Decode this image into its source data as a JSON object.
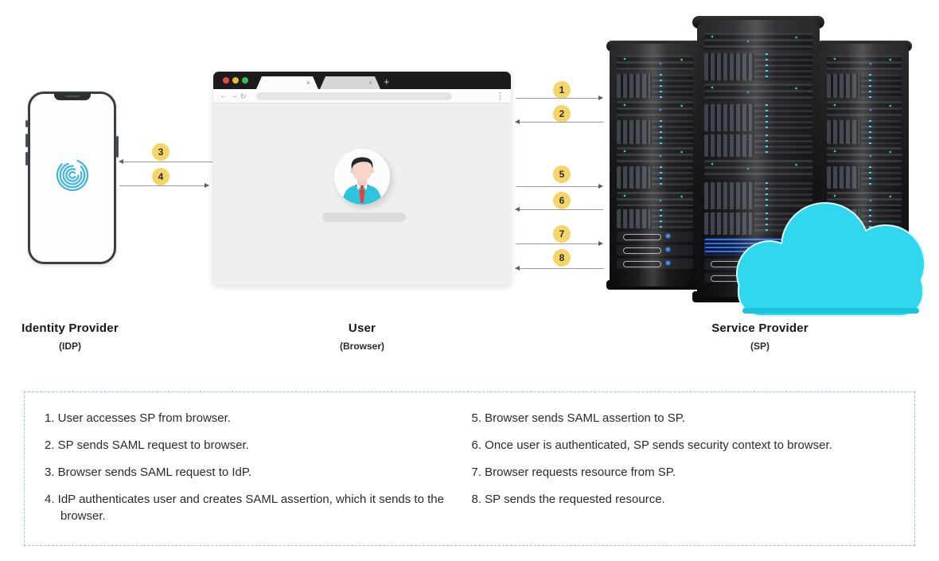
{
  "nodes": {
    "idp": {
      "title": "Identity Provider",
      "subtitle": "(IDP)"
    },
    "user": {
      "title": "User",
      "subtitle": "(Browser)"
    },
    "sp": {
      "title": "Service Provider",
      "subtitle": "(SP)"
    }
  },
  "flow": {
    "steps": [
      {
        "num": "1",
        "from": "user",
        "to": "sp",
        "text": "User accesses SP from browser."
      },
      {
        "num": "2",
        "from": "sp",
        "to": "user",
        "text": "SP sends SAML request to browser."
      },
      {
        "num": "3",
        "from": "user",
        "to": "idp",
        "text": "Browser sends SAML request to IdP."
      },
      {
        "num": "4",
        "from": "idp",
        "to": "user",
        "text": "IdP authenticates user and creates SAML assertion, which it sends to the browser."
      },
      {
        "num": "5",
        "from": "user",
        "to": "sp",
        "text": "Browser sends SAML assertion to SP."
      },
      {
        "num": "6",
        "from": "sp",
        "to": "user",
        "text": "Once user is authenticated, SP sends security context to browser."
      },
      {
        "num": "7",
        "from": "user",
        "to": "sp",
        "text": "Browser requests resource from SP."
      },
      {
        "num": "8",
        "from": "sp",
        "to": "user",
        "text": "SP sends the requested resource."
      }
    ]
  },
  "legend": {
    "left": [
      "1. User accesses SP from browser.",
      "2. SP sends SAML request to browser.",
      "3. Browser sends SAML request to IdP.",
      "4. IdP authenticates user and creates SAML assertion, which it sends to the browser."
    ],
    "right": [
      "5. Browser sends SAML assertion to SP.",
      "6. Once user is authenticated, SP sends security context to browser.",
      "7. Browser requests resource from SP.",
      "8. SP sends the requested resource."
    ]
  },
  "chrome": {
    "close_icon": "×",
    "plus_icon": "+",
    "back_icon": "←",
    "forward_icon": "→",
    "reload_icon": "↻",
    "menu_icon": "⋮"
  },
  "colors": {
    "badge": "#F5D469",
    "fingerprint": "#3CB4E7",
    "cloud": "#2FD8EE",
    "shirt": "#2EC4DD",
    "tie": "#E8403A",
    "legend_border": "#9FBFD6"
  }
}
